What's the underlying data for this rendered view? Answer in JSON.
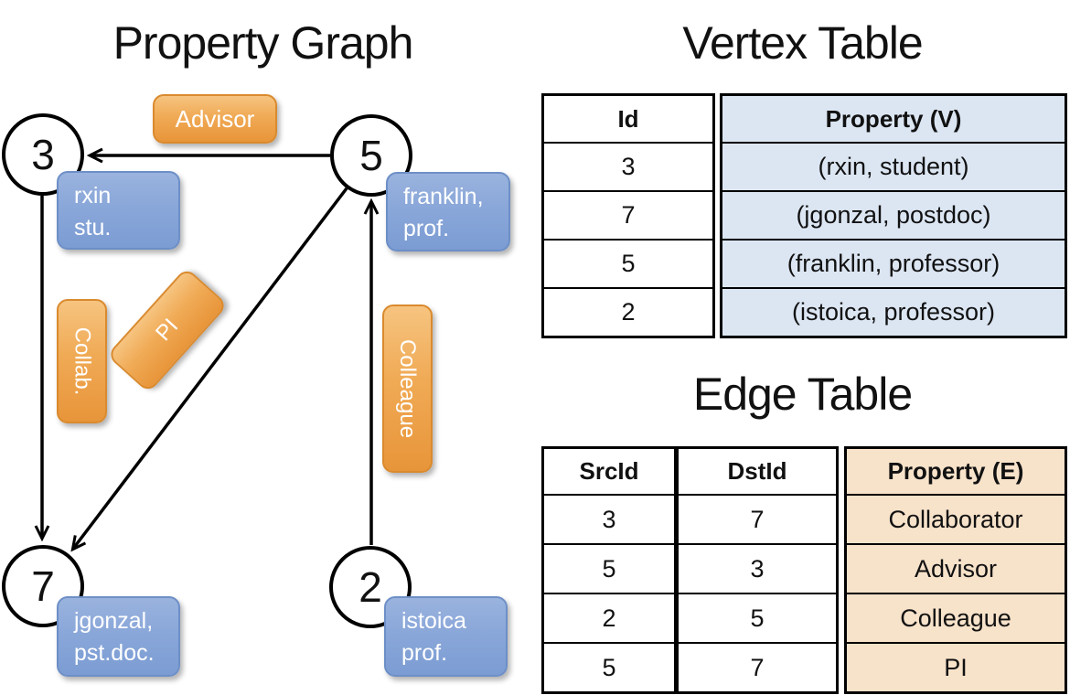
{
  "graph": {
    "title": "Property Graph",
    "nodes": [
      {
        "id": "3",
        "prop_line1": "rxin",
        "prop_line2": "stu."
      },
      {
        "id": "5",
        "prop_line1": "franklin,",
        "prop_line2": "prof."
      },
      {
        "id": "7",
        "prop_line1": "jgonzal,",
        "prop_line2": "pst.doc."
      },
      {
        "id": "2",
        "prop_line1": "istoica",
        "prop_line2": "prof."
      }
    ],
    "edge_labels": {
      "advisor": "Advisor",
      "collab": "Collab.",
      "pi": "PI",
      "colleague": "Colleague"
    }
  },
  "vertex_table": {
    "title": "Vertex Table",
    "col_id": "Id",
    "col_property": "Property (V)",
    "rows": [
      {
        "id": "3",
        "property": "(rxin, student)"
      },
      {
        "id": "7",
        "property": "(jgonzal, postdoc)"
      },
      {
        "id": "5",
        "property": "(franklin, professor)"
      },
      {
        "id": "2",
        "property": "(istoica, professor)"
      }
    ]
  },
  "edge_table": {
    "title": "Edge Table",
    "col_src": "SrcId",
    "col_dst": "DstId",
    "col_property": "Property (E)",
    "rows": [
      {
        "src": "3",
        "dst": "7",
        "property": "Collaborator"
      },
      {
        "src": "5",
        "dst": "3",
        "property": "Advisor"
      },
      {
        "src": "2",
        "dst": "5",
        "property": "Colleague"
      },
      {
        "src": "5",
        "dst": "7",
        "property": "PI"
      }
    ]
  },
  "colors": {
    "edge_label_fill_top": "#f6c480",
    "edge_label_fill_bottom": "#e8953a",
    "edge_label_border": "#da8a2e",
    "vertex_box_fill_top": "#9ab3de",
    "vertex_box_fill_bottom": "#7b9cd3",
    "vertex_box_border": "#6d8fc7",
    "vertex_table_fill": "#dce6f3",
    "edge_table_fill": "#f7e2ca",
    "table_border": "#000000",
    "line_color": "#000000"
  }
}
